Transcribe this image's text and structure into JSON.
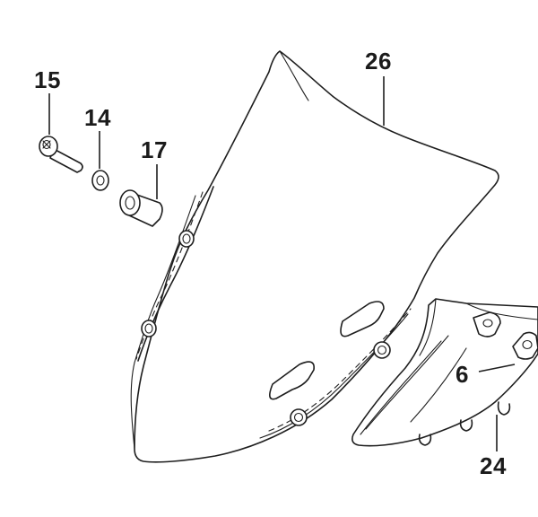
{
  "callouts": {
    "screen": "26",
    "screw": "15",
    "washer": "14",
    "spacer": "17",
    "clip_nut": "6",
    "grommet": "24"
  }
}
